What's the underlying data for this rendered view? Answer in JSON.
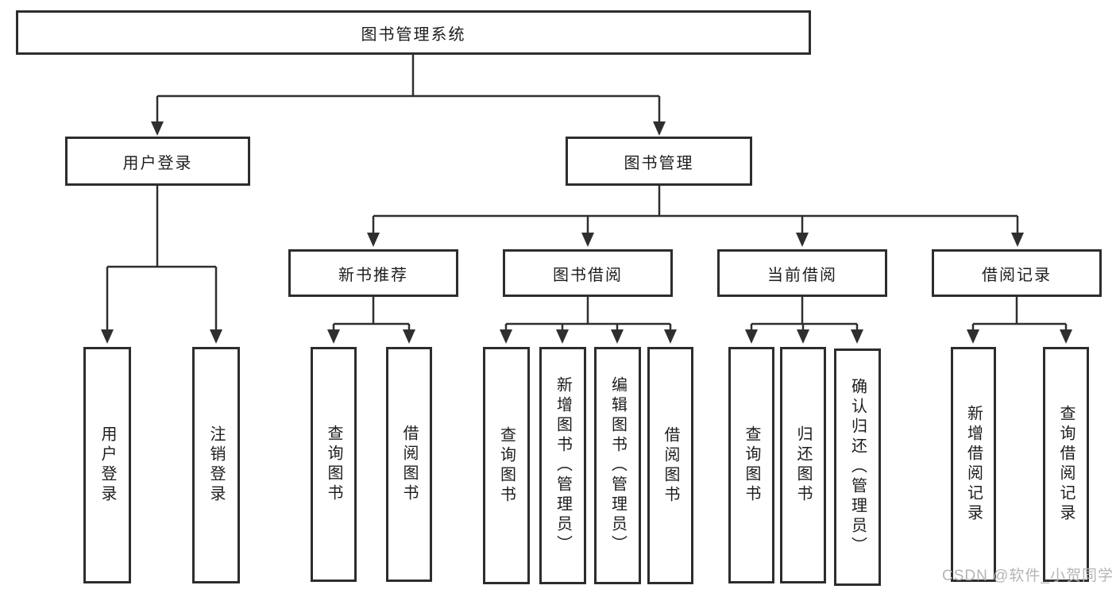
{
  "diagram": {
    "type": "hierarchy-tree",
    "title": "图书管理系统",
    "nodes": {
      "root": "图书管理系统",
      "user_login": "用户登录",
      "book_management": "图书管理",
      "new_book_recommend": "新书推荐",
      "book_borrow": "图书借阅",
      "current_borrow": "当前借阅",
      "borrow_records": "借阅记录",
      "leaf_user_login": "用户登录",
      "leaf_logout": "注销登录",
      "leaf_query_books_a": "查询图书",
      "leaf_borrow_books_a": "借阅图书",
      "leaf_query_books_b": "查询图书",
      "leaf_add_books_admin": "新增图书（管理员）",
      "leaf_edit_books_admin": "编辑图书（管理员）",
      "leaf_borrow_books_b": "借阅图书",
      "leaf_query_books_c": "查询图书",
      "leaf_return_books": "归还图书",
      "leaf_confirm_return_admin": "确认归还（管理员）",
      "leaf_add_borrow_record": "新增借阅记录",
      "leaf_query_borrow_record": "查询借阅记录"
    },
    "structure": {
      "图书管理系统": {
        "用户登录": [
          "用户登录",
          "注销登录"
        ],
        "图书管理": {
          "新书推荐": [
            "查询图书",
            "借阅图书"
          ],
          "图书借阅": [
            "查询图书",
            "新增图书（管理员）",
            "编辑图书（管理员）",
            "借阅图书"
          ],
          "当前借阅": [
            "查询图书",
            "归还图书",
            "确认归还（管理员）"
          ],
          "借阅记录": [
            "新增借阅记录",
            "查询借阅记录"
          ]
        }
      }
    },
    "colors": {
      "line": "#2f2f2f",
      "box_border": "#2d2d2d",
      "text": "#1d1d1d",
      "background": "#ffffff",
      "watermark": "#b5b5b5"
    },
    "watermark": "CSDN @软件_小贺同学"
  }
}
